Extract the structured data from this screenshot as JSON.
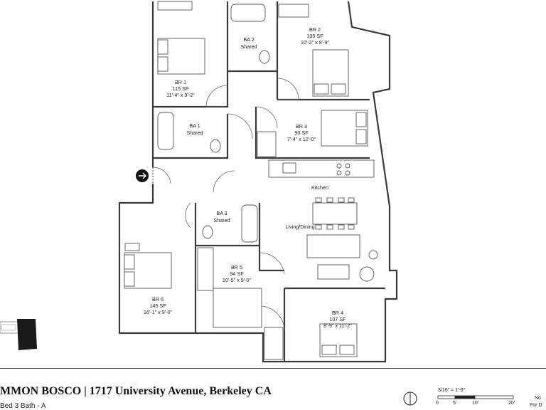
{
  "rooms": {
    "br1": {
      "name": "BR 1",
      "area": "115 SF",
      "dims": "11'-4\" x 9'-2\""
    },
    "br2": {
      "name": "BR 2",
      "area": "135 SF",
      "dims": "10'-2\" x 8'-9\""
    },
    "br3": {
      "name": "BR 3",
      "area": "90 SF",
      "dims": "7'-4\" x 12'-0\""
    },
    "br4": {
      "name": "BR 4",
      "area": "107 SF",
      "dims": "8'-9\" x 11'-2\""
    },
    "br5": {
      "name": "BR 5",
      "area": "94 SF",
      "dims": "10'-5\" x 9'-0\""
    },
    "br6": {
      "name": "BR 6",
      "area": "145 SF",
      "dims": "16'-1\" x 9'-0\""
    },
    "ba1": {
      "name": "BA 1",
      "sub": "Shared"
    },
    "ba2": {
      "name": "BA 2",
      "sub": "Shared"
    },
    "ba3": {
      "name": "BA 3",
      "sub": "Shared"
    },
    "kitchen": {
      "name": "Kitchen"
    },
    "living": {
      "name": "Living/Dining"
    }
  },
  "title": "MMON BOSCO | 1717 University Avenue, Berkeley CA",
  "subtitle": "Bed 3 Bath - A",
  "scale": {
    "label": "3/16\" = 1'-0\"",
    "ticks": [
      "0",
      "5'",
      "10'",
      "20'"
    ]
  },
  "notes": [
    "No",
    "For D"
  ],
  "icons": [
    "entry-arrow-icon",
    "north-arrow-icon",
    "key-plan-icon"
  ]
}
